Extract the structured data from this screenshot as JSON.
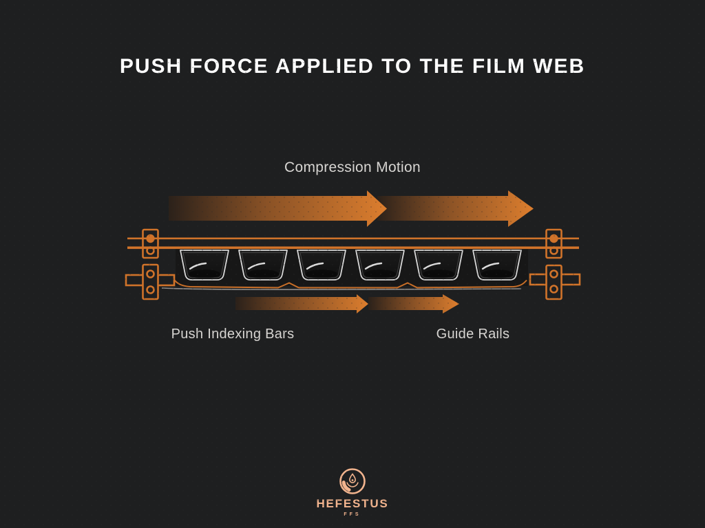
{
  "page": {
    "background_color": "#1e1f20",
    "accent_orange": "#d0732a",
    "arrow_bright": "#dd7e2e",
    "arrow_dark": "#2b211a",
    "label_color": "#d8d6d3",
    "title_color": "#ffffff"
  },
  "title": "PUSH FORCE APPLIED TO THE FILM WEB",
  "diagram": {
    "labels": {
      "compression_motion": "Compression Motion",
      "push_indexing_bars": "Push Indexing Bars",
      "guide_rails": "Guide Rails"
    },
    "tray_count": 6,
    "tray_outline_color": "#d8d8d8",
    "rail_color": "#d0732a",
    "film_web_color": "#c96f28"
  },
  "footer": {
    "brand": "HEFESTUS",
    "brand_sub": "FFS",
    "brand_color": "#f2b48e"
  }
}
